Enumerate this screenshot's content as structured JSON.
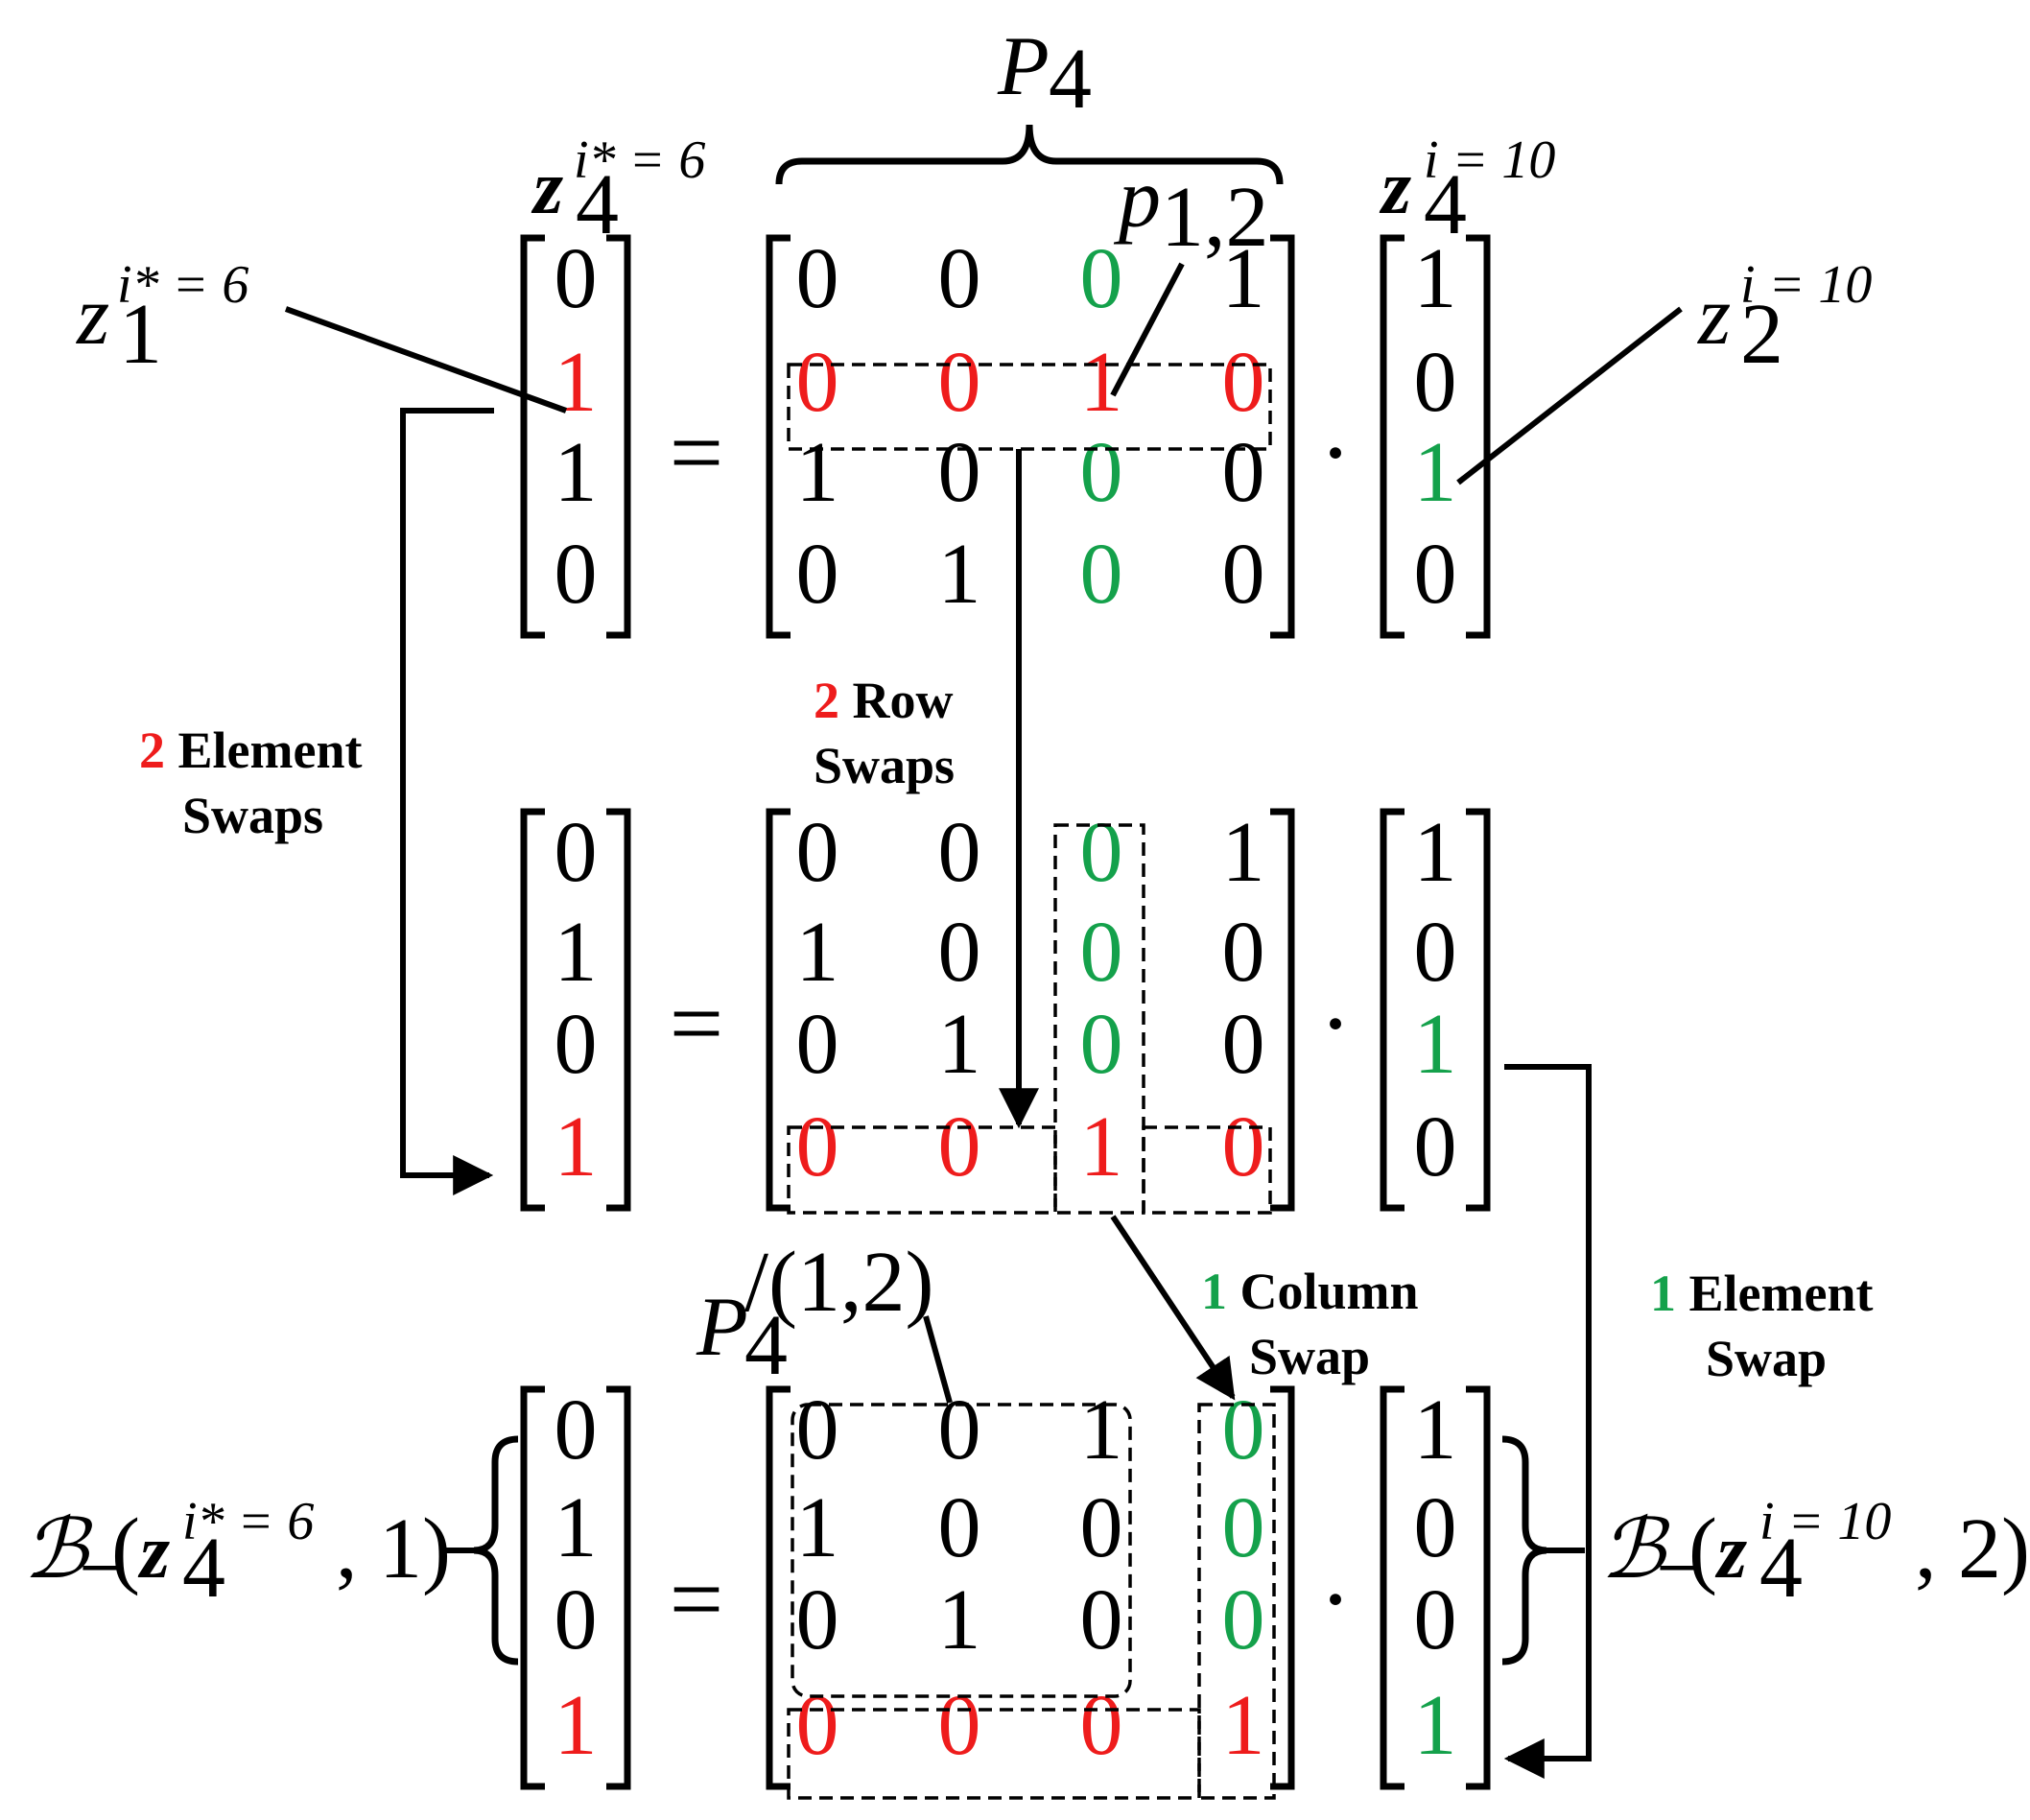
{
  "colors": {
    "black": "#000000",
    "red": "#ee1c1c",
    "green": "#14a14b"
  },
  "rows": [
    {
      "lhs": [
        {
          "v": "0",
          "c": "black"
        },
        {
          "v": "1",
          "c": "red"
        },
        {
          "v": "1",
          "c": "black"
        },
        {
          "v": "0",
          "c": "black"
        }
      ],
      "matrix": [
        [
          {
            "v": "0",
            "c": "black"
          },
          {
            "v": "0",
            "c": "black"
          },
          {
            "v": "0",
            "c": "green"
          },
          {
            "v": "1",
            "c": "black"
          }
        ],
        [
          {
            "v": "0",
            "c": "red"
          },
          {
            "v": "0",
            "c": "red"
          },
          {
            "v": "1",
            "c": "red"
          },
          {
            "v": "0",
            "c": "red"
          }
        ],
        [
          {
            "v": "1",
            "c": "black"
          },
          {
            "v": "0",
            "c": "black"
          },
          {
            "v": "0",
            "c": "green"
          },
          {
            "v": "0",
            "c": "black"
          }
        ],
        [
          {
            "v": "0",
            "c": "black"
          },
          {
            "v": "1",
            "c": "black"
          },
          {
            "v": "0",
            "c": "green"
          },
          {
            "v": "0",
            "c": "black"
          }
        ]
      ],
      "rhs": [
        {
          "v": "1",
          "c": "black"
        },
        {
          "v": "0",
          "c": "black"
        },
        {
          "v": "1",
          "c": "green"
        },
        {
          "v": "0",
          "c": "black"
        }
      ]
    },
    {
      "lhs": [
        {
          "v": "0",
          "c": "black"
        },
        {
          "v": "1",
          "c": "black"
        },
        {
          "v": "0",
          "c": "black"
        },
        {
          "v": "1",
          "c": "red"
        }
      ],
      "matrix": [
        [
          {
            "v": "0",
            "c": "black"
          },
          {
            "v": "0",
            "c": "black"
          },
          {
            "v": "0",
            "c": "green"
          },
          {
            "v": "1",
            "c": "black"
          }
        ],
        [
          {
            "v": "1",
            "c": "black"
          },
          {
            "v": "0",
            "c": "black"
          },
          {
            "v": "0",
            "c": "green"
          },
          {
            "v": "0",
            "c": "black"
          }
        ],
        [
          {
            "v": "0",
            "c": "black"
          },
          {
            "v": "1",
            "c": "black"
          },
          {
            "v": "0",
            "c": "green"
          },
          {
            "v": "0",
            "c": "black"
          }
        ],
        [
          {
            "v": "0",
            "c": "red"
          },
          {
            "v": "0",
            "c": "red"
          },
          {
            "v": "1",
            "c": "red"
          },
          {
            "v": "0",
            "c": "red"
          }
        ]
      ],
      "rhs": [
        {
          "v": "1",
          "c": "black"
        },
        {
          "v": "0",
          "c": "black"
        },
        {
          "v": "1",
          "c": "green"
        },
        {
          "v": "0",
          "c": "black"
        }
      ]
    },
    {
      "lhs": [
        {
          "v": "0",
          "c": "black"
        },
        {
          "v": "1",
          "c": "black"
        },
        {
          "v": "0",
          "c": "black"
        },
        {
          "v": "1",
          "c": "red"
        }
      ],
      "matrix": [
        [
          {
            "v": "0",
            "c": "black"
          },
          {
            "v": "0",
            "c": "black"
          },
          {
            "v": "1",
            "c": "black"
          },
          {
            "v": "0",
            "c": "green"
          }
        ],
        [
          {
            "v": "1",
            "c": "black"
          },
          {
            "v": "0",
            "c": "black"
          },
          {
            "v": "0",
            "c": "black"
          },
          {
            "v": "0",
            "c": "green"
          }
        ],
        [
          {
            "v": "0",
            "c": "black"
          },
          {
            "v": "1",
            "c": "black"
          },
          {
            "v": "0",
            "c": "black"
          },
          {
            "v": "0",
            "c": "green"
          }
        ],
        [
          {
            "v": "0",
            "c": "red"
          },
          {
            "v": "0",
            "c": "red"
          },
          {
            "v": "0",
            "c": "red"
          },
          {
            "v": "1",
            "c": "red"
          }
        ]
      ],
      "rhs": [
        {
          "v": "1",
          "c": "black"
        },
        {
          "v": "0",
          "c": "black"
        },
        {
          "v": "0",
          "c": "black"
        },
        {
          "v": "1",
          "c": "green"
        }
      ]
    }
  ],
  "equals": "=",
  "dot": "·",
  "labels": {
    "P4_top": {
      "base": "P",
      "sub": "4"
    },
    "z4_star": {
      "base": "z",
      "sub": "4",
      "sup": "i* = 6"
    },
    "z4_i10": {
      "base": "z",
      "sub": "4",
      "sup": "i = 10"
    },
    "z1_star": {
      "base": "z",
      "sub": "1",
      "sup": "i* = 6"
    },
    "z2_i10": {
      "base": "z",
      "sub": "2",
      "sup": "i = 10"
    },
    "p12": {
      "base": "p",
      "sub": "1,2"
    },
    "P4_12": {
      "base": "P",
      "sub": "4",
      "sup": "/(1,2)"
    },
    "B_left": {
      "pre": "ℬ",
      "presub": "−",
      "open": "(",
      "base": "z",
      "sub": "4",
      "sup": "i* = 6",
      "tail": ", 1)"
    },
    "B_right": {
      "pre": "ℬ",
      "presub": "−",
      "open": "(",
      "base": "z",
      "sub": "4",
      "sup": "i = 10",
      "tail": ", 2)"
    }
  },
  "annotations": {
    "elem_swaps": {
      "count": "2",
      "line1": "Element",
      "line2": "Swaps"
    },
    "row_swaps": {
      "count": "2",
      "line1": "Row",
      "line2": "Swaps"
    },
    "col_swap": {
      "count": "1",
      "line1": "Column",
      "line2": "Swap"
    },
    "elem_swap": {
      "count": "1",
      "line1": "Element",
      "line2": "Swap"
    }
  }
}
